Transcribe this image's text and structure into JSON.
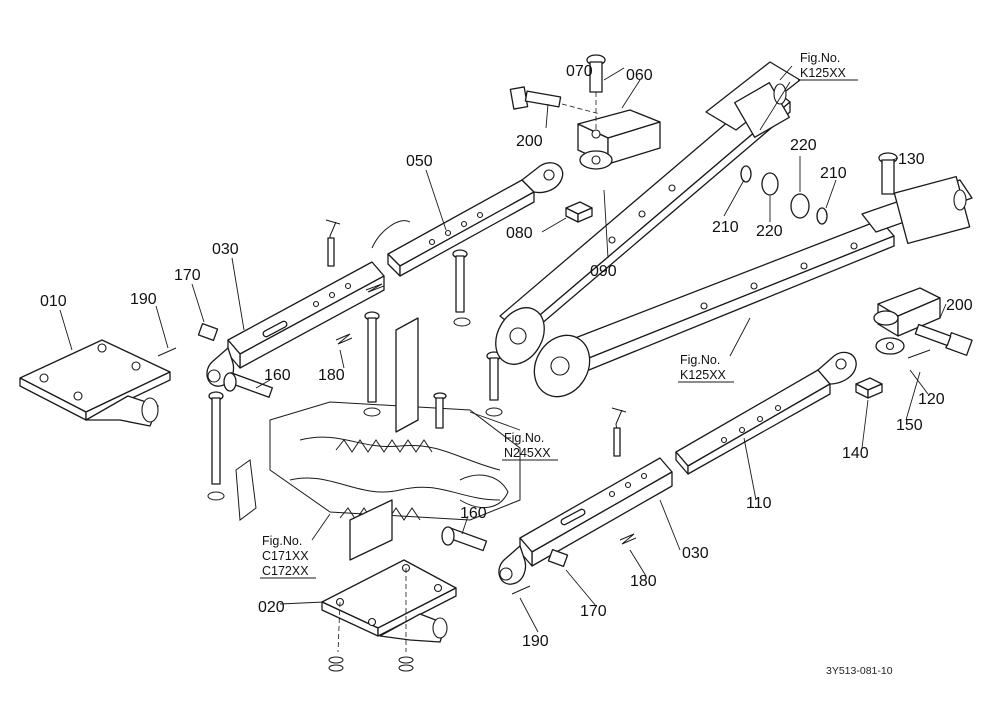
{
  "diagram": {
    "part_labels": {
      "p010": "010",
      "p020": "020",
      "p030a": "030",
      "p030b": "030",
      "p050": "050",
      "p060": "060",
      "p070": "070",
      "p080": "080",
      "p090": "090",
      "p110": "110",
      "p120": "120",
      "p130": "130",
      "p140": "140",
      "p150": "150",
      "p160a": "160",
      "p160b": "160",
      "p170a": "170",
      "p170b": "170",
      "p180a": "180",
      "p180b": "180",
      "p190a": "190",
      "p190b": "190",
      "p200a": "200",
      "p200b": "200",
      "p210a": "210",
      "p210b": "210",
      "p220a": "220",
      "p220b": "220"
    },
    "figure_refs": {
      "k125_top": {
        "line1": "Fig.No.",
        "line2": "K125XX"
      },
      "k125_mid": {
        "line1": "Fig.No.",
        "line2": "K125XX"
      },
      "n245": {
        "line1": "Fig.No.",
        "line2": "N245XX"
      },
      "c171": {
        "line1": "Fig.No.",
        "line2": "C171XX",
        "line3": "C172XX"
      }
    },
    "drawing_code": "3Y513-081-10"
  }
}
